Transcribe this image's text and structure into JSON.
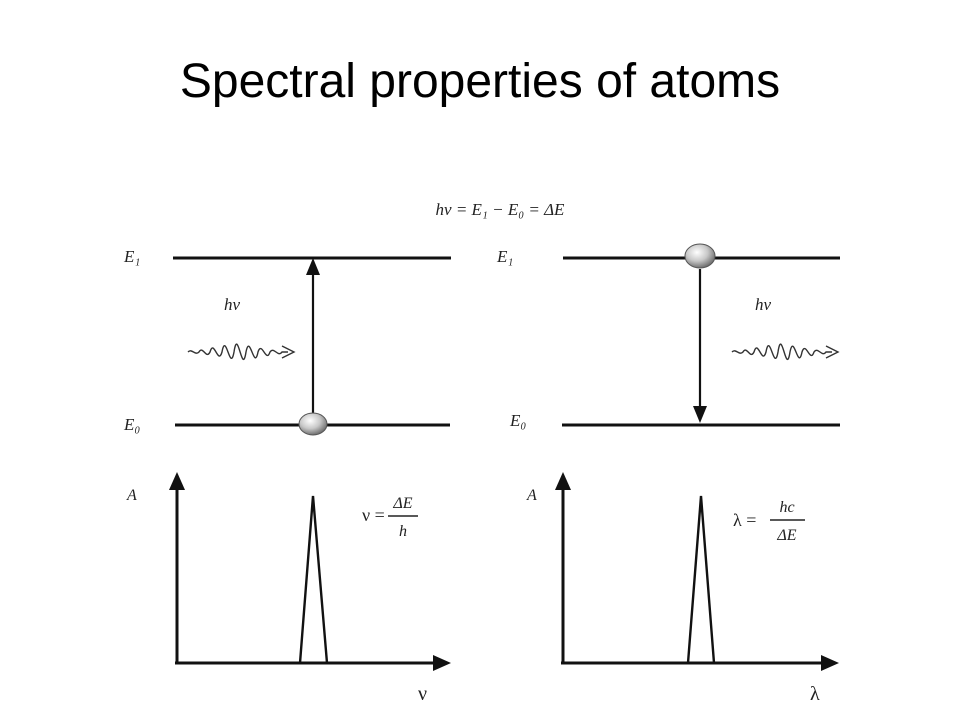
{
  "slide": {
    "title": "Spectral properties of atoms"
  },
  "equation": {
    "top": "hν = E₁ − E₀ = ΔE"
  },
  "absorption_panel": {
    "upper_level": "E₁",
    "lower_level": "E₀",
    "photon": "hν",
    "y_axis": "A",
    "x_axis": "ν",
    "formula_lhs": "ν =",
    "formula_numerator": "ΔE",
    "formula_denominator": "h"
  },
  "emission_panel": {
    "upper_level": "E₁",
    "lower_level": "E₀",
    "photon": "hν",
    "y_axis": "A",
    "x_axis": "λ",
    "formula_lhs": "λ =",
    "formula_numerator": "hc",
    "formula_denominator": "ΔE"
  }
}
